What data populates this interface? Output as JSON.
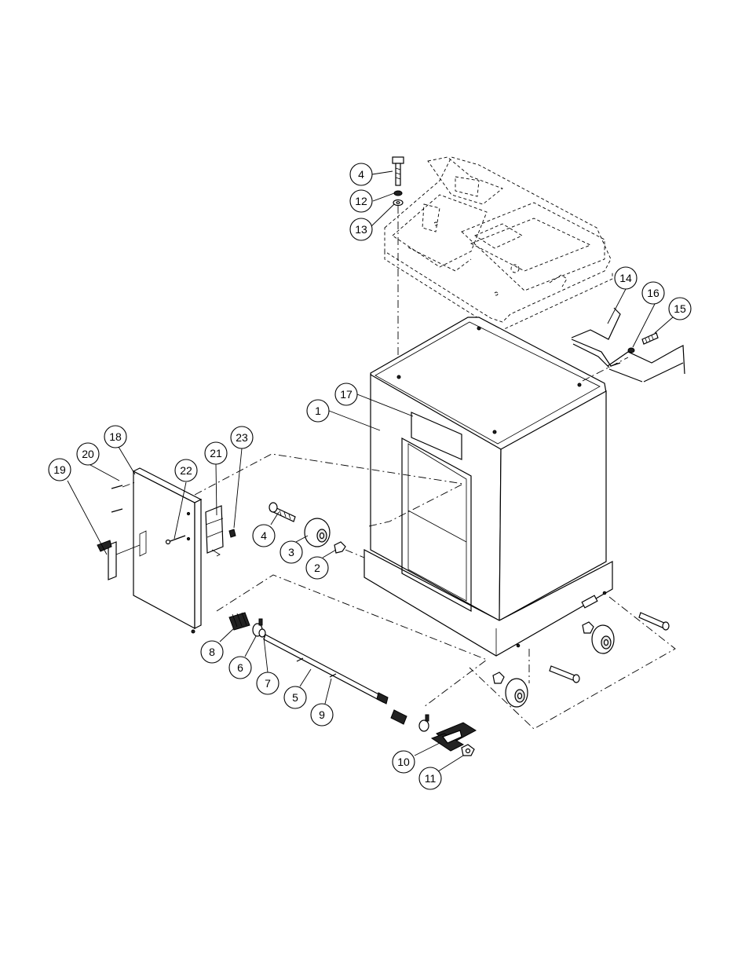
{
  "diagram": {
    "callouts": [
      {
        "id": "1",
        "label": "1"
      },
      {
        "id": "2",
        "label": "2"
      },
      {
        "id": "3",
        "label": "3"
      },
      {
        "id": "4a",
        "label": "4"
      },
      {
        "id": "4b",
        "label": "4"
      },
      {
        "id": "5",
        "label": "5"
      },
      {
        "id": "6",
        "label": "6"
      },
      {
        "id": "7",
        "label": "7"
      },
      {
        "id": "8",
        "label": "8"
      },
      {
        "id": "9",
        "label": "9"
      },
      {
        "id": "10",
        "label": "10"
      },
      {
        "id": "11",
        "label": "11"
      },
      {
        "id": "12",
        "label": "12"
      },
      {
        "id": "13",
        "label": "13"
      },
      {
        "id": "14",
        "label": "14"
      },
      {
        "id": "15",
        "label": "15"
      },
      {
        "id": "16",
        "label": "16"
      },
      {
        "id": "17",
        "label": "17"
      },
      {
        "id": "18",
        "label": "18"
      },
      {
        "id": "19",
        "label": "19"
      },
      {
        "id": "20",
        "label": "20"
      },
      {
        "id": "21",
        "label": "21"
      },
      {
        "id": "22",
        "label": "22"
      },
      {
        "id": "23",
        "label": "23"
      }
    ]
  }
}
